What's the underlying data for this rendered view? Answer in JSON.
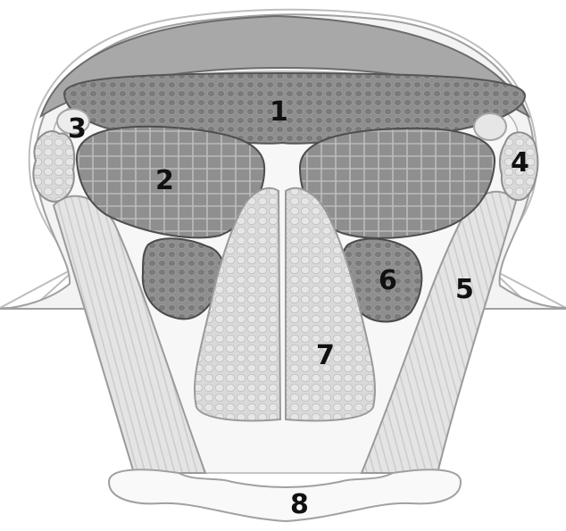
{
  "diagram": {
    "labels": {
      "l1": "1",
      "l2": "2",
      "l3": "3",
      "l4": "4",
      "l5": "5",
      "l6": "6",
      "l7": "7",
      "l8": "8"
    },
    "colors": {
      "background": "#ffffff",
      "skin_fill": "#a9a9a9",
      "skin_outline": "#5f5f5f",
      "body_fill": "#f1f1f1",
      "body_outline": "#8a8a8a",
      "dark_muscle": "#8c8c8c",
      "dark_muscle_outline": "#4f4f4f",
      "light_tissue": "#dcdcdc",
      "light_tissue_outline": "#9a9a9a",
      "mandible_fill": "#f7f7f7",
      "label_color": "#111111"
    }
  }
}
